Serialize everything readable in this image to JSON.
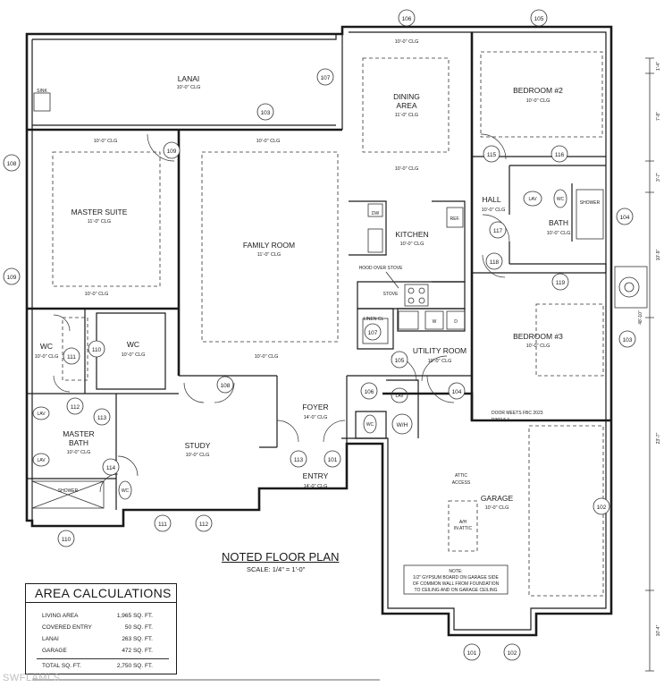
{
  "plan_title": "NOTED FLOOR PLAN",
  "scale": "SCALE: 1/4\" = 1'-0\"",
  "watermark": "SWFLAMLS",
  "rooms": {
    "lanai": {
      "name": "LANAI",
      "clg": "10'-0\" CLG"
    },
    "dining": {
      "name1": "DINING",
      "name2": "AREA",
      "clg": "11'-0\" CLG"
    },
    "bedroom2": {
      "name": "BEDROOM #2",
      "clg": "10'-0\" CLG"
    },
    "master_suite": {
      "name": "MASTER SUITE",
      "clg": "11'-0\" CLG"
    },
    "family_room": {
      "name": "FAMILY ROOM",
      "clg": "11'-0\" CLG"
    },
    "kitchen": {
      "name": "KITCHEN",
      "clg": "10'-0\" CLG"
    },
    "hall": {
      "name": "HALL",
      "clg": "10'-0\" CLG"
    },
    "bath": {
      "name": "BATH",
      "clg": "10'-0\" CLG"
    },
    "bedroom3": {
      "name": "BEDROOM #3",
      "clg": "10'-0\" CLG"
    },
    "wc_left": {
      "name": "WC",
      "clg": "10'-0\" CLG"
    },
    "wc_center": {
      "name": "WC",
      "clg": "10'-0\" CLG"
    },
    "master_bath": {
      "name1": "MASTER",
      "name2": "BATH",
      "clg": "10'-0\" CLG"
    },
    "study": {
      "name": "STUDY",
      "clg": "10'-0\" CLG"
    },
    "foyer": {
      "name": "FOYER",
      "clg": "14'-0\" CLG"
    },
    "entry": {
      "name": "ENTRY",
      "clg": "14'-0\" CLG"
    },
    "utility": {
      "name": "UTILITY ROOM",
      "clg": "10'-0\" CLG"
    },
    "garage": {
      "name": "GARAGE",
      "clg": "10'-0\" CLG"
    }
  },
  "ceiling_notes": {
    "a": "10'-0\" CLG",
    "b": "10'-0\" CLG",
    "c": "10'-0\" CLG",
    "d": "10'-0\" CLG",
    "e": "10'-0\" CLG",
    "f": "10'-0\" CLG"
  },
  "fixtures": {
    "sink": "SINK",
    "dw": "DW",
    "ref": "REF.",
    "stove": "STOVE",
    "hood": "HOOD OVER STOVE",
    "linen": "LINEN CL",
    "w": "W",
    "d": "D",
    "lav": "LAV",
    "wc": "WC",
    "wh": "W/H",
    "shower": "SHOWER",
    "attic1": "ATTIC",
    "attic2": "ACCESS",
    "ah1": "A/H",
    "ah2": "IN ATTIC",
    "door_note1": "DOOR MEETS FBC 2023",
    "door_note2": "R302.5.1"
  },
  "garage_note": {
    "l1": "NOTE:",
    "l2": "1/2\" GYPSUM BOARD ON GARAGE SIDE",
    "l3": "OF COMMON WALL FROM FOUNDATION",
    "l4": "TO CEILING AND ON GARAGE CEILING"
  },
  "dimensions": {
    "d1": "1'-4\"",
    "d2": "7'-8\"",
    "d3": "3'-7\"",
    "d4": "10'-9\"",
    "d5": "48'-10\"",
    "d6": "23'-7\"",
    "d7": "10'-4\""
  },
  "markers": {
    "m106": "106",
    "m105": "105",
    "m107a": "107",
    "m103a": "103",
    "m108a": "108",
    "m109a": "109",
    "m109b": "109",
    "m115": "115",
    "m116": "116",
    "m117": "117",
    "m104a": "104",
    "m118": "118",
    "m119": "119",
    "m110a": "110",
    "m111a": "111",
    "m107b": "107",
    "m105b": "105",
    "m108b": "108",
    "m103b": "103",
    "m112a": "112",
    "m113a": "113",
    "m106b": "106",
    "m104b": "104",
    "m114": "114",
    "m113b": "113",
    "m101a": "101",
    "m102": "102",
    "m111b": "111",
    "m112b": "112",
    "m110b": "110",
    "m101b": "101",
    "m102b": "102"
  },
  "area_calculations": {
    "title": "AREA CALCULATIONS",
    "rows": [
      {
        "label": "LIVING AREA",
        "value": "1,965 SQ. FT."
      },
      {
        "label": "COVERED ENTRY",
        "value": "50 SQ. FT."
      },
      {
        "label": "LANAI",
        "value": "263 SQ. FT."
      },
      {
        "label": "GARAGE",
        "value": "472 SQ. FT."
      },
      {
        "label": "TOTAL SQ. FT.",
        "value": "2,750 SQ. FT."
      }
    ]
  }
}
